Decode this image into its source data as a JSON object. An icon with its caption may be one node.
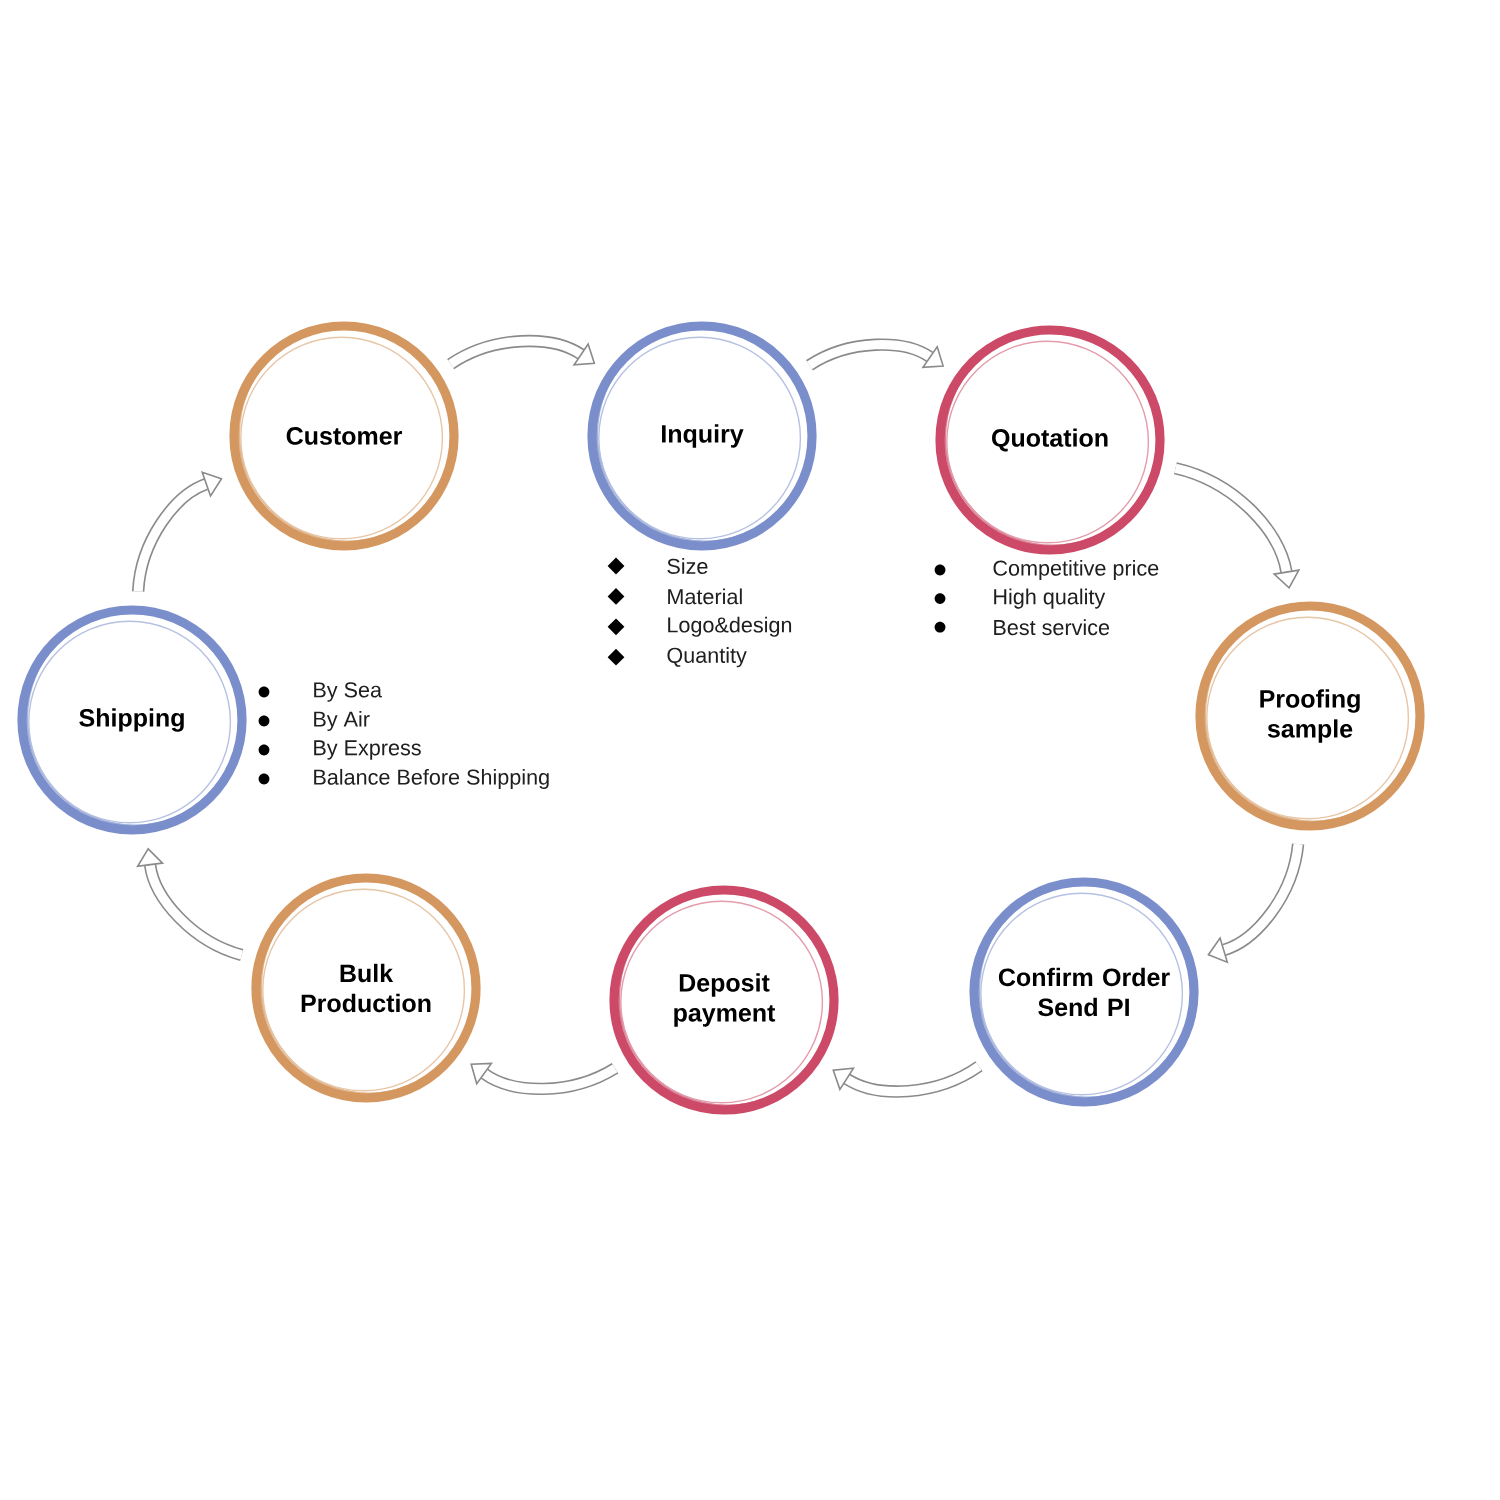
{
  "diagram": {
    "nodes": [
      {
        "text": [
          "Customer"
        ]
      },
      {
        "text": [
          "Inquiry"
        ],
        "beside": [
          "Size",
          "Material",
          "Logo&design",
          "Quantity"
        ]
      },
      {
        "text": [
          "Quotation"
        ],
        "beside": [
          "Competitive price",
          "High quality",
          "Best service"
        ]
      },
      {
        "text": [
          "Proofing sample"
        ]
      },
      {
        "text": [
          "Confirm Order Send PI"
        ]
      },
      {
        "text": [
          "Deposit payment"
        ]
      },
      {
        "text": [
          "Bulk Production"
        ]
      },
      {
        "text": [
          "Shipping"
        ],
        "beside": [
          "By Sea",
          "By Air",
          "By Express",
          "Balance Before Shipping"
        ]
      }
    ],
    "edges": [
      {
        "from": 0,
        "to": 1,
        "arrow": "to"
      },
      {
        "from": 1,
        "to": 2,
        "arrow": "to"
      },
      {
        "from": 2,
        "to": 3,
        "arrow": "to"
      },
      {
        "from": 3,
        "to": 4,
        "arrow": "to"
      },
      {
        "from": 4,
        "to": 5,
        "arrow": "to"
      },
      {
        "from": 5,
        "to": 6,
        "arrow": "to"
      },
      {
        "from": 6,
        "to": 7,
        "arrow": "to"
      },
      {
        "from": 7,
        "to": 0,
        "arrow": "to"
      }
    ]
  }
}
